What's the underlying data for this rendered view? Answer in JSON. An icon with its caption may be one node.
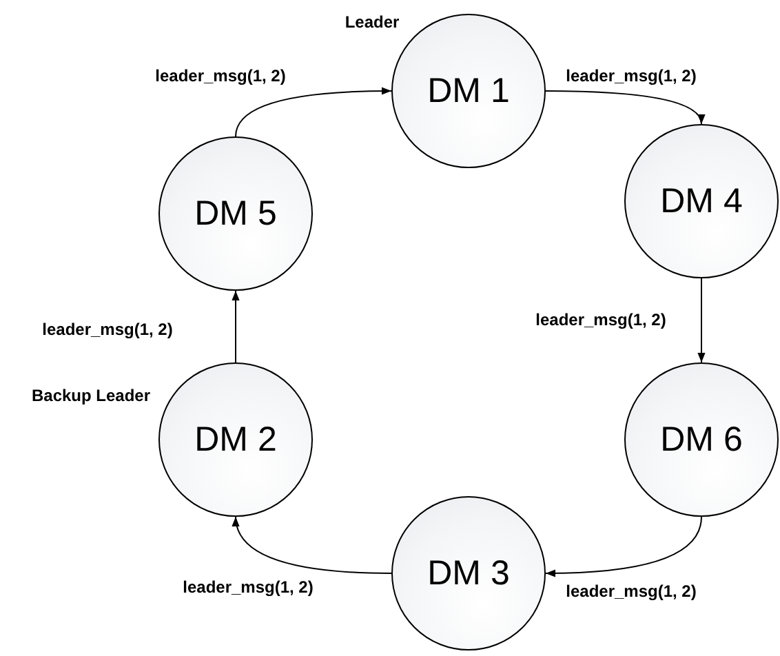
{
  "diagram": {
    "nodes": [
      {
        "text": [
          "DM 1"
        ],
        "beside": [
          "Leader"
        ]
      },
      {
        "text": [
          "DM 5"
        ]
      },
      {
        "text": [
          "DM 4"
        ]
      },
      {
        "text": [
          "DM 2"
        ],
        "beside": [
          "Backup Leader"
        ]
      },
      {
        "text": [
          "DM 6"
        ]
      },
      {
        "text": [
          "DM 3"
        ]
      }
    ],
    "edges": [
      {
        "from": 1,
        "to": 0,
        "arrow": "to",
        "label": "leader_msg(1, 2)"
      },
      {
        "from": 0,
        "to": 2,
        "arrow": "to",
        "label": "leader_msg(1, 2)"
      },
      {
        "from": 2,
        "to": 4,
        "arrow": "to",
        "label": "leader_msg(1, 2)"
      },
      {
        "from": 4,
        "to": 5,
        "arrow": "to",
        "label": "leader_msg(1, 2)"
      },
      {
        "from": 5,
        "to": 3,
        "arrow": "to",
        "label": "leader_msg(1, 2)"
      },
      {
        "from": 3,
        "to": 1,
        "arrow": "to",
        "label": "leader_msg(1, 2)"
      }
    ]
  }
}
